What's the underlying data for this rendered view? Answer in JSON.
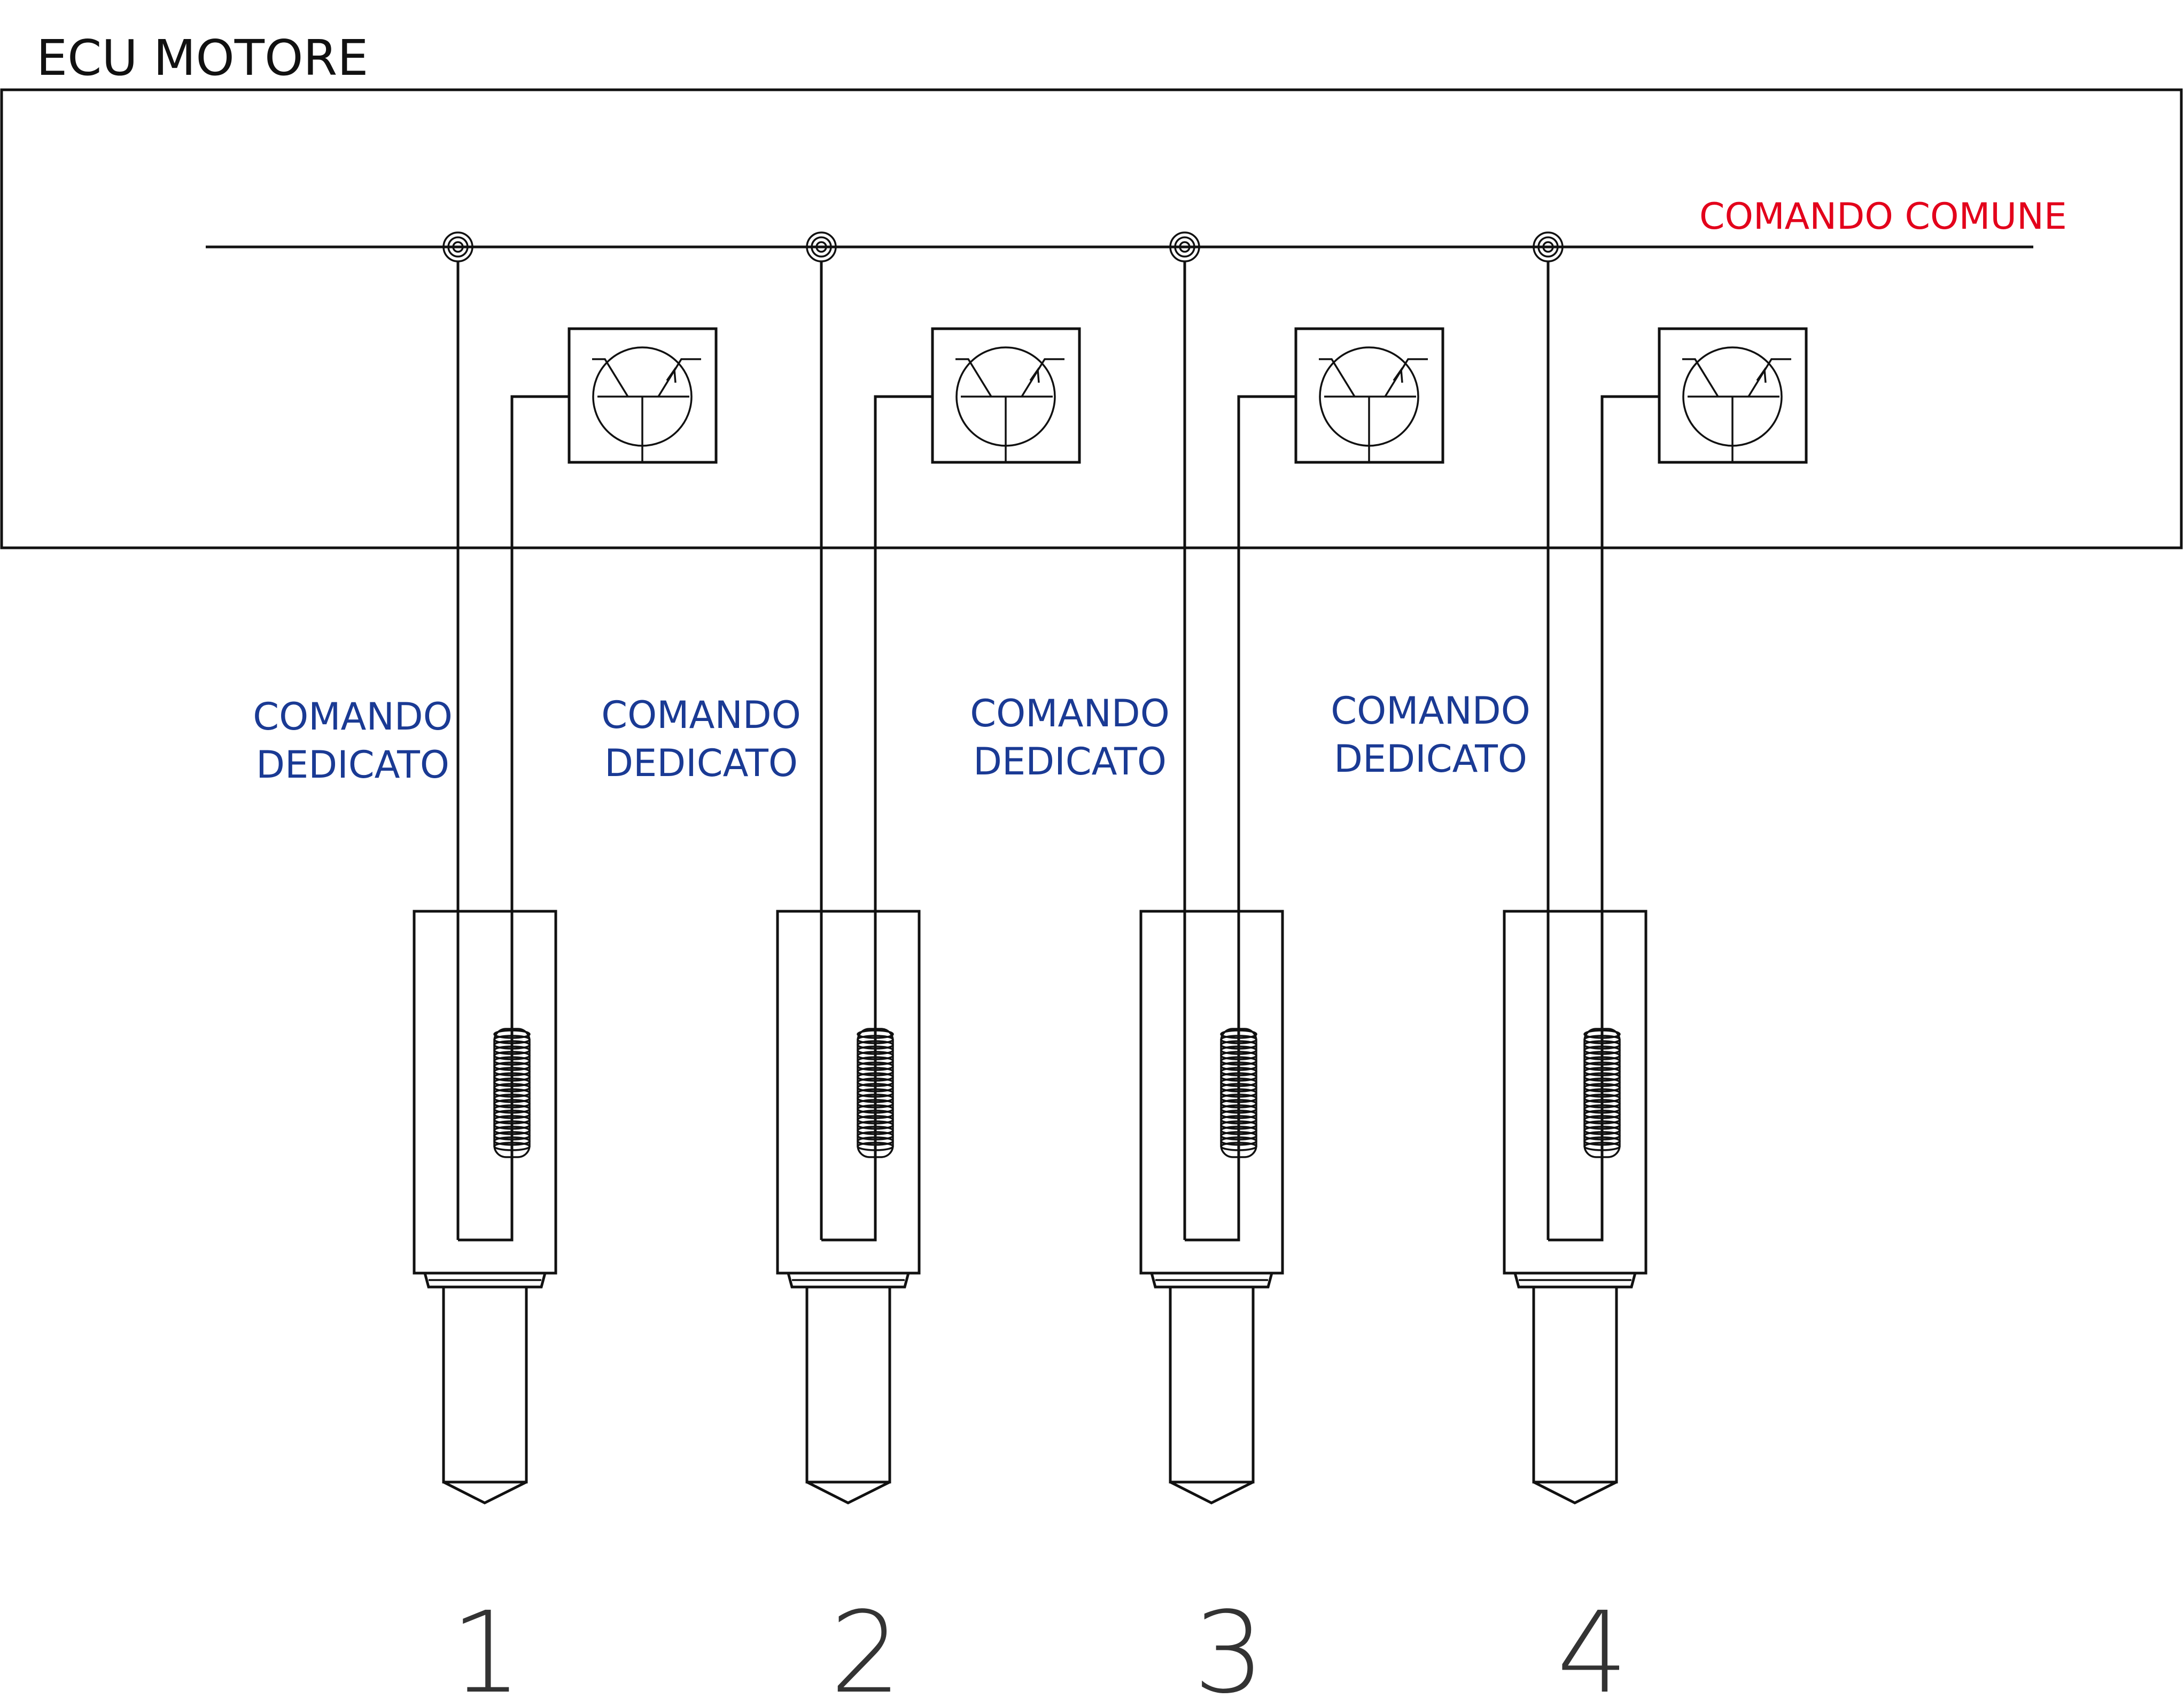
{
  "ecu": {
    "title": "ECU MOTORE"
  },
  "common_command": {
    "label": "COMANDO COMUNE",
    "color": "#e3001b"
  },
  "dedicated_command": {
    "line1": "COMANDO",
    "line2": "DEDICATO",
    "color": "#1a3a94"
  },
  "injectors": [
    {
      "number": "1"
    },
    {
      "number": "2"
    },
    {
      "number": "3"
    },
    {
      "number": "4"
    }
  ]
}
